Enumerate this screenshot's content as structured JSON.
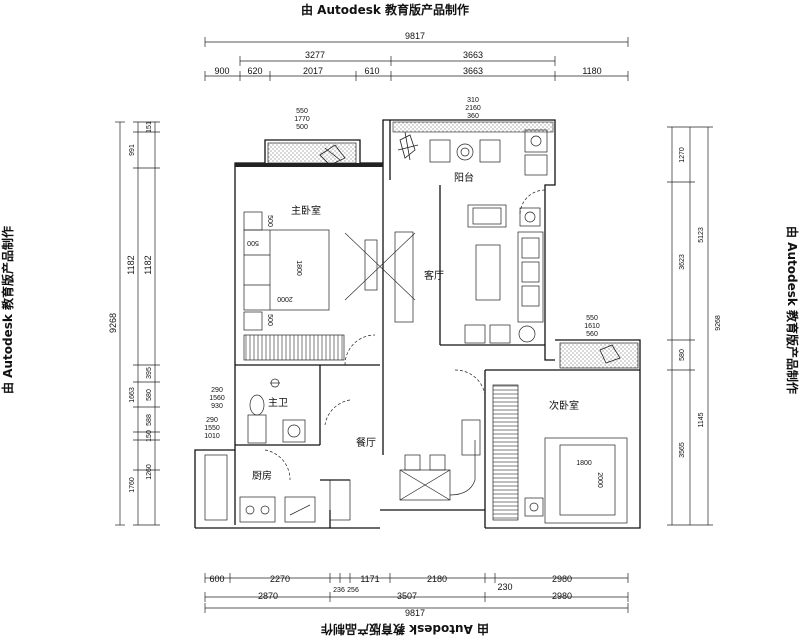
{
  "watermark": "由 Autodesk 教育版产品制作",
  "rooms": {
    "master_bedroom": "主卧室",
    "living_room": "客厅",
    "balcony": "阳台",
    "master_bath": "主卫",
    "dining": "餐厅",
    "kitchen": "厨房",
    "second_bedroom": "次卧室"
  },
  "dims_top": {
    "total": "9817",
    "row2": [
      "3277",
      "3663"
    ],
    "row3": [
      "900",
      "620",
      "2017",
      "610",
      "3663",
      "1180"
    ]
  },
  "dims_bottom": {
    "row1": [
      "600",
      "2270",
      "236",
      "256",
      "1171",
      "2180",
      "230",
      "2980"
    ],
    "row2": [
      "2870",
      "3507",
      "2980"
    ],
    "total": "9817"
  },
  "dims_left": {
    "outer": "9268",
    "inner": [
      "151",
      "991",
      "1182",
      "1182",
      "395",
      "580",
      "1663",
      "588",
      "150",
      "1260",
      "1760"
    ]
  },
  "dims_right": {
    "outer": "9268",
    "inner": [
      "1270",
      "3623",
      "5123",
      "580",
      "1145",
      "3565"
    ]
  },
  "window_labels": {
    "master_window": [
      "550",
      "1770",
      "500"
    ],
    "balcony_window": [
      "310",
      "2160",
      "360"
    ],
    "second_window": [
      "550",
      "1610",
      "560"
    ],
    "bath_window_1": [
      "290",
      "1560",
      "930"
    ],
    "bath_window_2": [
      "290",
      "1550",
      "1010"
    ]
  },
  "furniture_labels": {
    "master_bed_length": "1800",
    "master_bed_width": "2000",
    "nightstand_1": "500",
    "nightstand_2": "500",
    "nightstand_3": "500",
    "second_bed_length": "1800",
    "second_bed_width": "2000"
  }
}
